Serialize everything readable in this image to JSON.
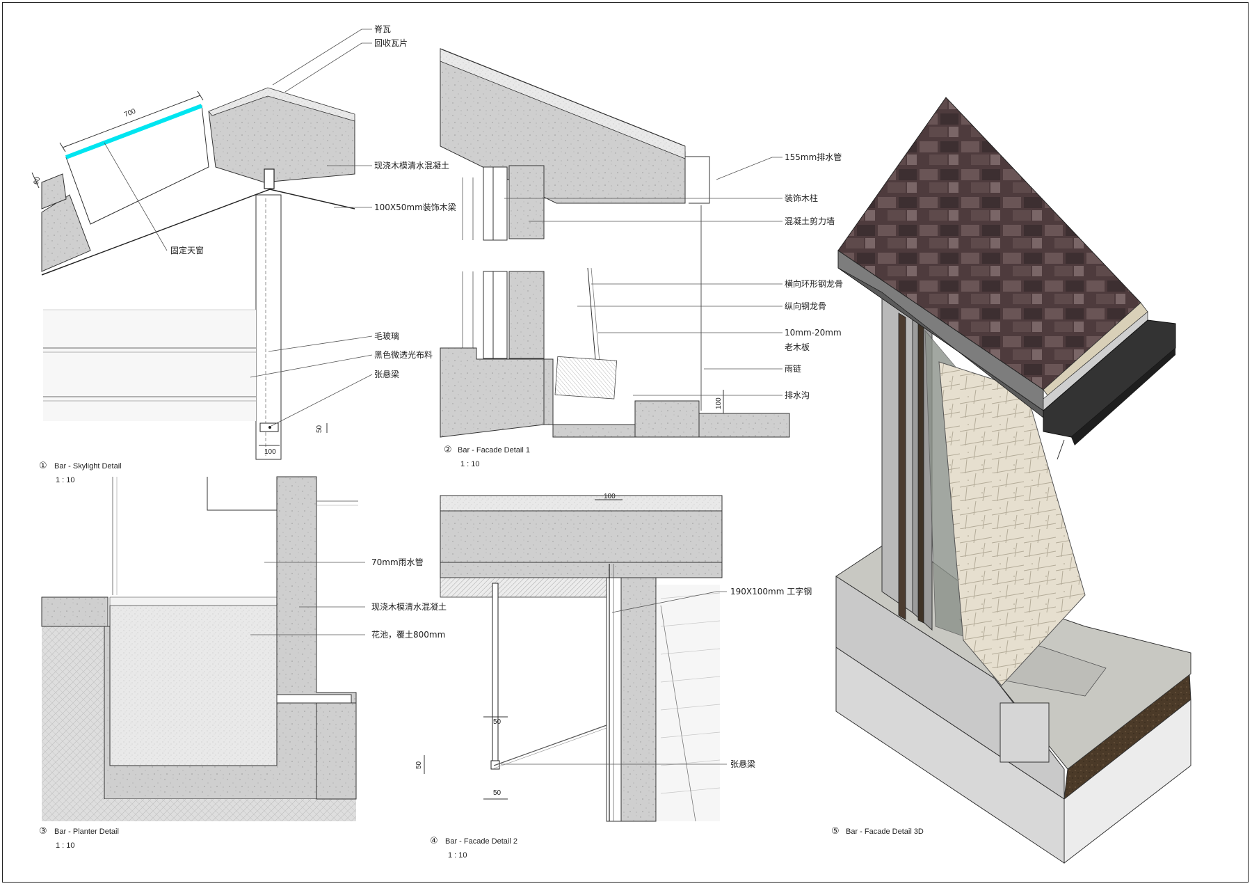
{
  "panels": [
    {
      "id": "skylight",
      "number": "①",
      "title": "Bar - Skylight Detail",
      "scale": "1 : 10"
    },
    {
      "id": "facade1",
      "number": "②",
      "title": "Bar - Facade Detail 1",
      "scale": "1 : 10"
    },
    {
      "id": "planter",
      "number": "③",
      "title": "Bar - Planter Detail",
      "scale": "1 : 10"
    },
    {
      "id": "facade2",
      "number": "④",
      "title": "Bar - Facade Detail 2",
      "scale": "1 : 10"
    },
    {
      "id": "facade3d",
      "number": "⑤",
      "title": "Bar - Facade Detail 3D",
      "scale": ""
    }
  ],
  "labels": {
    "ridge_tile": "脊瓦",
    "recycled_tile": "回收瓦片",
    "cast_concrete": "现浇木模清水混凝土",
    "deco_beam": "100X50mm装饰木梁",
    "fixed_skylight": "固定天窗",
    "frosted_glass": "毛玻璃",
    "black_fabric": "黑色微透光布料",
    "tension_beam": "张悬梁",
    "drain_pipe_155": "155mm排水管",
    "deco_column": "装饰木柱",
    "shear_wall": "混凝土剪力墙",
    "ring_keel": "横向环形钢龙骨",
    "long_keel": "纵向钢龙骨",
    "gap_range": "10mm-20mm",
    "old_board": "老木板",
    "rain_chain": "雨链",
    "drain_ditch": "排水沟",
    "rain_pipe_70": "70mm雨水管",
    "cast_concrete_2": "现浇木模清水混凝土",
    "planter_soil": "花池，覆土800mm",
    "i_steel": "190X100mm 工字钢",
    "tension_beam_2": "张悬梁"
  },
  "dimensions": {
    "d700": "700",
    "d60": "60",
    "d100_a": "100",
    "d50_a": "50",
    "d100_b": "100",
    "d100_c": "100",
    "d50_b": "50",
    "d50_c": "50",
    "d50_d": "50"
  },
  "colors": {
    "concrete": "#cfcfcf",
    "glass": "#00e5f0",
    "tile_dark": "#4a3a3a",
    "stone": "#e4dccb",
    "soil": "#4b3a28"
  }
}
